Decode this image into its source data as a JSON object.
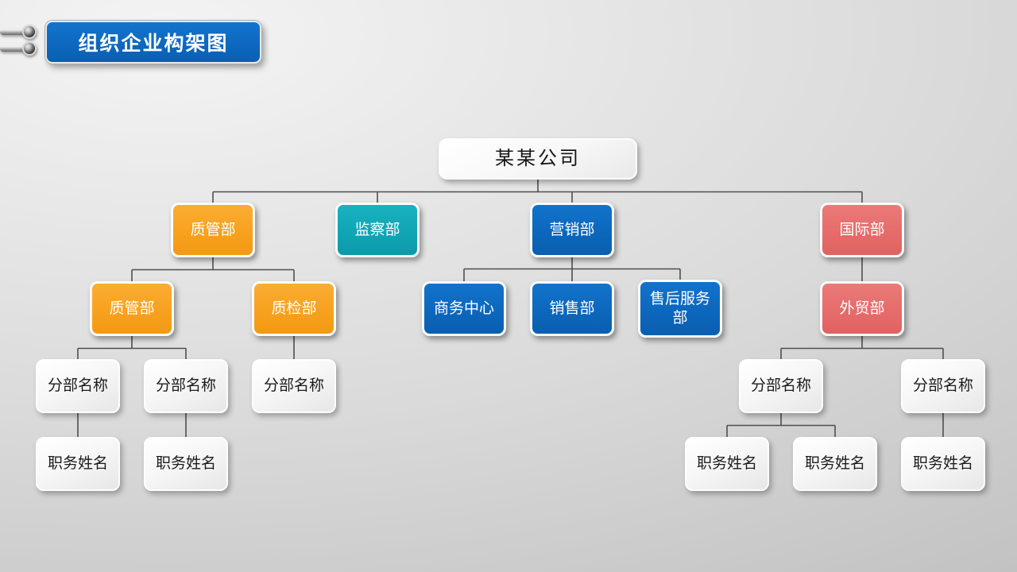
{
  "slide": {
    "title": "组织企业构架图"
  },
  "org_chart": {
    "nodes": [
      {
        "id": "company",
        "label": "某某公司",
        "variant": "root",
        "parent": null
      },
      {
        "id": "d1",
        "label": "质管部",
        "variant": "orange",
        "parent": "company"
      },
      {
        "id": "d2",
        "label": "监察部",
        "variant": "teal",
        "parent": "company"
      },
      {
        "id": "d3",
        "label": "营销部",
        "variant": "blue",
        "parent": "company"
      },
      {
        "id": "d4",
        "label": "国际部",
        "variant": "red",
        "parent": "company"
      },
      {
        "id": "s1",
        "label": "质管部",
        "variant": "orange",
        "parent": "d1"
      },
      {
        "id": "s2",
        "label": "质检部",
        "variant": "orange",
        "parent": "d1"
      },
      {
        "id": "s3",
        "label": "商务中心",
        "variant": "blue",
        "parent": "d3"
      },
      {
        "id": "s4",
        "label": "销售部",
        "variant": "blue",
        "parent": "d3"
      },
      {
        "id": "s5",
        "label": "售后服务部",
        "variant": "blue",
        "parent": "d3"
      },
      {
        "id": "s6",
        "label": "外贸部",
        "variant": "red",
        "parent": "d4"
      },
      {
        "id": "b1",
        "label": "分部名称",
        "variant": "white",
        "parent": "s1"
      },
      {
        "id": "b2",
        "label": "分部名称",
        "variant": "white",
        "parent": "s1"
      },
      {
        "id": "b3",
        "label": "分部名称",
        "variant": "white",
        "parent": "s2"
      },
      {
        "id": "b4",
        "label": "分部名称",
        "variant": "white",
        "parent": "s6"
      },
      {
        "id": "b5",
        "label": "分部名称",
        "variant": "white",
        "parent": "s6"
      },
      {
        "id": "p1",
        "label": "职务姓名",
        "variant": "white",
        "parent": "b1"
      },
      {
        "id": "p2",
        "label": "职务姓名",
        "variant": "white",
        "parent": "b2"
      },
      {
        "id": "p3",
        "label": "职务姓名",
        "variant": "white",
        "parent": "b4"
      },
      {
        "id": "p4",
        "label": "职务姓名",
        "variant": "white",
        "parent": "b4"
      },
      {
        "id": "p5",
        "label": "职务姓名",
        "variant": "white",
        "parent": "b5"
      }
    ]
  },
  "colors": {
    "orange": "#F7A01D",
    "teal": "#10A4B3",
    "blue": "#0C66BB",
    "red": "#E56B6A",
    "header_blue": "#0D68BF",
    "connector": "#4F4F4F",
    "background": "#D6D6D6"
  }
}
